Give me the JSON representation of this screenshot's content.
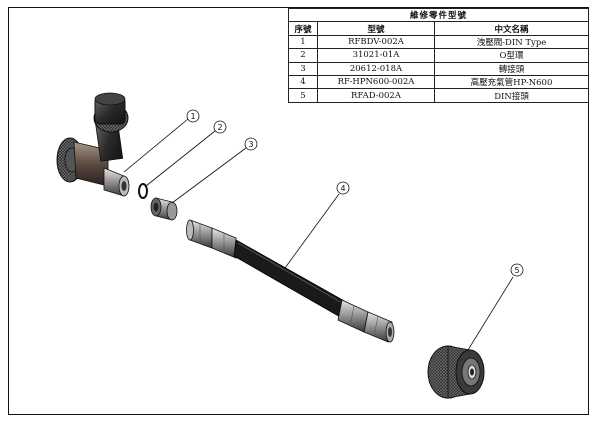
{
  "table": {
    "title": "維修零件型號",
    "headers": {
      "no": "序號",
      "model": "型號",
      "name": "中文名稱"
    },
    "rows": [
      {
        "no": "1",
        "model": "RFBDV-002A",
        "name": "洩壓閥-DIN Type"
      },
      {
        "no": "2",
        "model": "31021-01A",
        "name": "O型環"
      },
      {
        "no": "3",
        "model": "20612-018A",
        "name": "轉接頭"
      },
      {
        "no": "4",
        "model": "RF-HPN600-002A",
        "name": "高壓充氣管HP-N600"
      },
      {
        "no": "5",
        "model": "RFAD-002A",
        "name": "DIN接頭"
      }
    ]
  },
  "balloons": [
    "1",
    "2",
    "3",
    "4",
    "5"
  ]
}
